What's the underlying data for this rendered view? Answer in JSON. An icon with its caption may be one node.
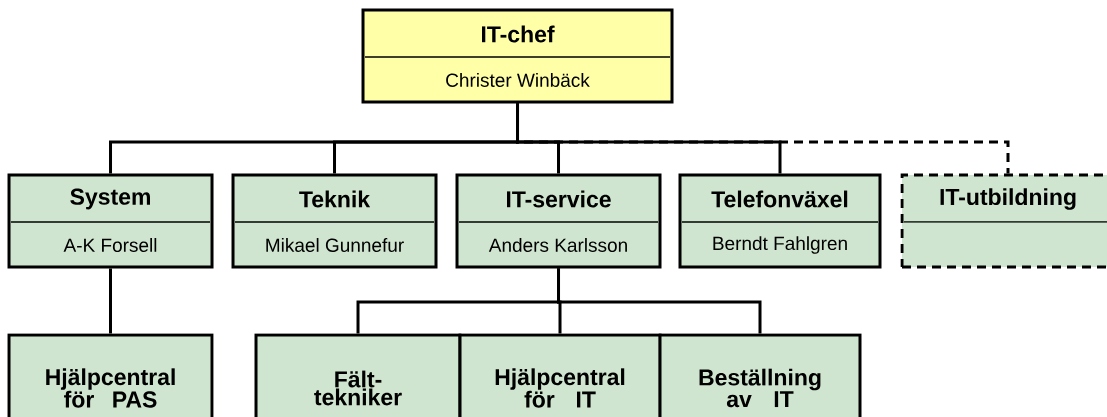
{
  "diagram": {
    "nodes": [
      {
        "text": [
          "IT-chef",
          "Christer Winbäck"
        ]
      },
      {
        "text": [
          "System",
          "A-K Forsell"
        ]
      },
      {
        "text": [
          "Teknik",
          "Mikael Gunnefur"
        ]
      },
      {
        "text": [
          "IT-service",
          "Anders Karlsson"
        ]
      },
      {
        "text": [
          "Telefonväxel",
          "Berndt Fahlgren"
        ]
      },
      {
        "text": [
          "IT-utbildning"
        ]
      },
      {
        "text": [
          "Hjälpcentral för PAS"
        ]
      },
      {
        "text": [
          "Fält- tekniker"
        ]
      },
      {
        "text": [
          "Hjälpcentral för IT"
        ]
      },
      {
        "text": [
          "Beställning av IT"
        ]
      }
    ],
    "edges": [
      {
        "from": 0,
        "to": 1,
        "arrow": "none"
      },
      {
        "from": 0,
        "to": 2,
        "arrow": "none"
      },
      {
        "from": 0,
        "to": 3,
        "arrow": "none"
      },
      {
        "from": 0,
        "to": 4,
        "arrow": "none"
      },
      {
        "from": 0,
        "to": 5,
        "arrow": "none",
        "style": "dashed"
      },
      {
        "from": 1,
        "to": 6,
        "arrow": "none"
      },
      {
        "from": 3,
        "to": 7,
        "arrow": "none"
      },
      {
        "from": 3,
        "to": 8,
        "arrow": "none"
      },
      {
        "from": 3,
        "to": 9,
        "arrow": "none"
      }
    ]
  }
}
